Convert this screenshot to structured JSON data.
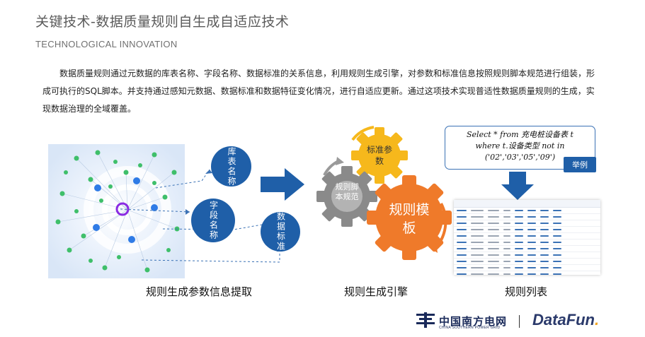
{
  "header": {
    "title_cn": "关键技术-数据质量规则自生成自适应技术",
    "title_en": "TECHNOLOGICAL INNOVATION"
  },
  "intro": "数据质量规则通过元数据的库表名称、字段名称、数据标准的关系信息，利用规则生成引擎，对参数和标准信息按照规则脚本规范进行组装，形成可执行的SQL脚本。并支持通过感知元数据、数据标准和数据特征变化情况，进行自适应更新。通过这项技术实现普适性数据质量规则的生成，实现数据治理的全域覆盖。",
  "params": {
    "table_name": "库表名称",
    "field_name": "字段名称",
    "data_standard": "数据标准"
  },
  "engine": {
    "gear_standard_param": "标准参数",
    "gear_script_spec": "规则脚本规范",
    "gear_template": "规则模板"
  },
  "sql": {
    "line1": "Select * from 充电桩设备表 t",
    "line2": "where t.设备类型 not in",
    "line3": "('02','03','05','09')",
    "example_label": "举例"
  },
  "captions": {
    "extract": "规则生成参数信息提取",
    "engine": "规则生成引擎",
    "list": "规则列表"
  },
  "footer": {
    "grid_logo_cn": "中国南方电网",
    "grid_logo_en": "CHINA SOUTHERN POWER GRID",
    "datafun_main": "DataFun",
    "datafun_dot": "."
  },
  "colors": {
    "primary_blue": "#1f5fa8",
    "gear_yellow": "#f6b81c",
    "gear_gray": "#8a8a8a",
    "gear_orange": "#ef7a2a",
    "graph_green": "#3fbf6a"
  }
}
